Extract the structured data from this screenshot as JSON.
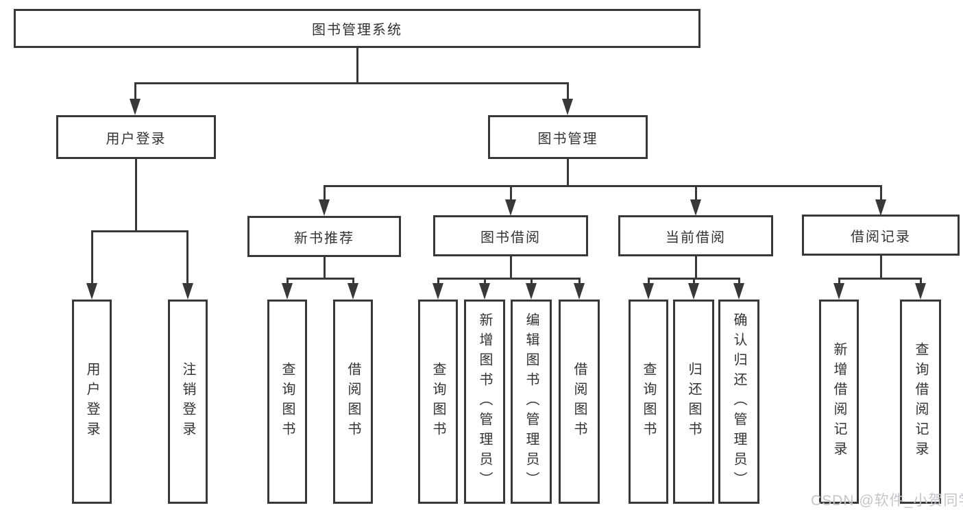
{
  "nodes": {
    "root": "图书管理系统",
    "user_login": "用户登录",
    "book_mgmt": "图书管理",
    "new_books": "新书推荐",
    "book_borrow": "图书借阅",
    "current_borrow": "当前借阅",
    "borrow_records": "借阅记录"
  },
  "leaves": {
    "user_login": [
      "用户登录",
      "注销登录"
    ],
    "new_books": [
      "查询图书",
      "借阅图书"
    ],
    "book_borrow": [
      "查询图书",
      "新增图书（管理员）",
      "编辑图书（管理员）",
      "借阅图书"
    ],
    "current_borrow": [
      "查询图书",
      "归还图书",
      "确认归还（管理员）"
    ],
    "borrow_records": [
      "新增借阅记录",
      "查询借阅记录"
    ]
  },
  "watermark": "CSDN @软件_小贺同学",
  "colors": {
    "line": "#383838",
    "text": "#333333",
    "watermark": "#c2c6ca",
    "background": "#ffffff"
  }
}
